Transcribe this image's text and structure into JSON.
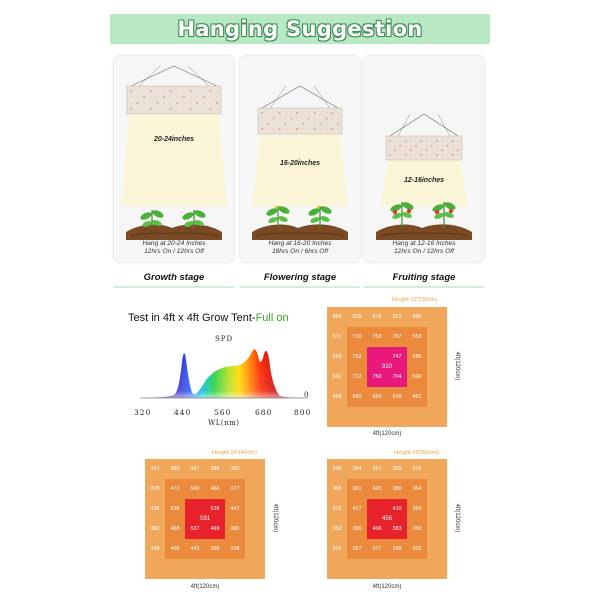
{
  "banner": {
    "title": "Hanging Suggestion"
  },
  "stages": [
    {
      "distance": "20-24inches",
      "hang_line1": "Hang at 20-24 Inches",
      "hang_line2": "12hrs On / 12hrs Off",
      "label": "Growth stage"
    },
    {
      "distance": "16-20inches",
      "hang_line1": "Hang at 16-20 Inches",
      "hang_line2": "18hrs On / 6hrs Off",
      "label": "Flowering stage"
    },
    {
      "distance": "12-16inches",
      "hang_line1": "Hang at 12-16 Inches",
      "hang_line2": "12hrs On / 12hrs Off",
      "label": "Fruiting stage"
    }
  ],
  "test": {
    "title_prefix": "Test in 4ft x 4ft Grow Tent-",
    "title_accent": "Full on"
  },
  "spd": {
    "label": "SPD",
    "zero_label": "0",
    "x_ticks": [
      "320",
      "440",
      "560",
      "680",
      "800"
    ],
    "x_label": "WL(nm)"
  },
  "ppfd_maps": [
    {
      "height_label": "Height 12\"(30cm)",
      "width_label": "4ft(120cm)",
      "depth_label": "4ft(120cm)",
      "core_color": "#e8197a",
      "grid": [
        [
          "484",
          "535",
          "578",
          "551",
          "480"
        ],
        [
          "571",
          "710",
          "753",
          "787",
          "553"
        ],
        [
          "593",
          "752",
          "910",
          "747",
          "586"
        ],
        [
          "561",
          "712",
          "750",
          "704",
          "560"
        ],
        [
          "408",
          "565",
          "584",
          "549",
          "461"
        ]
      ]
    },
    {
      "height_label": "Height 16\"(40cm)",
      "width_label": "4ft(120cm)",
      "depth_label": "4ft(120cm)",
      "core_color": "#e8222b",
      "grid": [
        [
          "347",
          "380",
          "447",
          "388",
          "350"
        ],
        [
          "378",
          "472",
          "540",
          "466",
          "377"
        ],
        [
          "436",
          "535",
          "591",
          "536",
          "447"
        ],
        [
          "382",
          "468",
          "537",
          "469",
          "386"
        ],
        [
          "348",
          "405",
          "445",
          "395",
          "338"
        ]
      ]
    },
    {
      "height_label": "Height 20\"(50cm)",
      "width_label": "4ft(120cm)",
      "depth_label": "4ft(120cm)",
      "core_color": "#e8222b",
      "grid": [
        [
          "338",
          "354",
          "367",
          "355",
          "229"
        ],
        [
          "356",
          "381",
          "420",
          "380",
          "354"
        ],
        [
          "373",
          "417",
          "456",
          "410",
          "384"
        ],
        [
          "352",
          "386",
          "406",
          "383",
          "350"
        ],
        [
          "337",
          "357",
          "377",
          "348",
          "332"
        ]
      ]
    }
  ]
}
